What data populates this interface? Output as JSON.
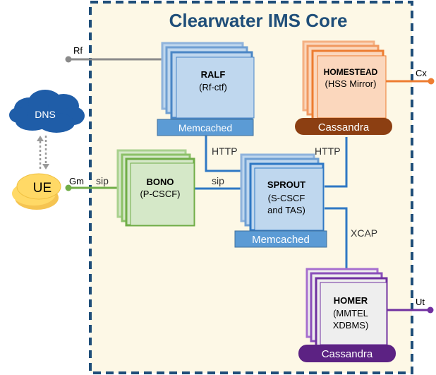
{
  "title": "Clearwater IMS Core",
  "nodes": {
    "ralf": {
      "name": "RALF",
      "role": "(Rf-ctf)",
      "store": "Memcached"
    },
    "homestead": {
      "name": "HOMESTEAD",
      "role": "(HSS Mirror)",
      "store": "Cassandra"
    },
    "bono": {
      "name": "BONO",
      "role": "(P-CSCF)"
    },
    "sprout": {
      "name": "SPROUT",
      "role_line1": "(S-CSCF",
      "role_line2": "and TAS)",
      "store": "Memcached"
    },
    "homer": {
      "name": "HOMER",
      "role_line1": "(MMTEL",
      "role_line2": "XDBMS)",
      "store": "Cassandra"
    },
    "dns": {
      "label": "DNS"
    },
    "ue": {
      "label": "UE"
    }
  },
  "interfaces": {
    "rf": "Rf",
    "cx": "Cx",
    "gm": "Gm",
    "ut": "Ut",
    "sip_ue_bono": "sip",
    "sip_bono_sprout": "sip",
    "http_ralf_sprout": "HTTP",
    "http_sprout_homestead": "HTTP",
    "xcap": "XCAP"
  },
  "colors": {
    "core_fill": "#fdf8e6",
    "core_border": "#1f4e79",
    "blue_node": "#bfd7ee",
    "blue_edge": "#4a86c5",
    "blue_band": "#5b9bd5",
    "line_blue": "#2f78c4",
    "orange_node": "#fbd7bd",
    "orange_edge": "#ed7d31",
    "cassandra_brown": "#8c3f12",
    "green_node": "#d5e8c8",
    "green_edge": "#70ad47",
    "purple_node": "#eeeeee",
    "purple_edge": "#7030a0",
    "cassandra_purple": "#5c2283",
    "ue_yellow": "#ffd966",
    "dns_cloud": "#1f5da8",
    "ext_line_gray": "#8a8a8a"
  }
}
